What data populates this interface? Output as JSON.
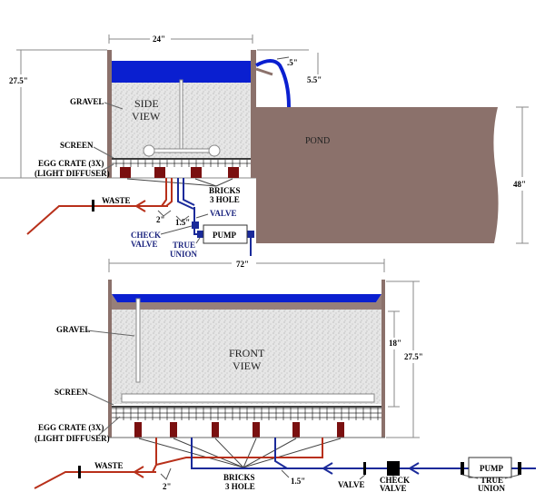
{
  "side_view": {
    "title_line1": "SIDE",
    "title_line2": "VIEW",
    "width_dim": "24\"",
    "height_dim": "27.5\"",
    "overflow_dim": ".5\"",
    "drop_dim": "5.5\"",
    "pond_label": "POND",
    "pond_depth_dim": "48\"",
    "gravel_label": "GRAVEL",
    "screen_label": "SCREEN",
    "egg_crate_label": "EGG CRATE (3X)",
    "egg_crate_sub": "(LIGHT DIFFUSER)",
    "bricks_label": "BRICKS",
    "bricks_sub": "3 HOLE",
    "waste_label": "WASTE",
    "waste_pipe_dim": "2\"",
    "return_pipe_dim": "1.5\"",
    "valve_label": "VALVE",
    "check_valve_line1": "CHECK",
    "check_valve_line2": "VALVE",
    "true_union_line1": "TRUE",
    "true_union_line2": "UNION",
    "pump_label": "PUMP"
  },
  "front_view": {
    "title_line1": "FRONT",
    "title_line2": "VIEW",
    "width_dim": "72\"",
    "gravel_depth_dim": "18\"",
    "height_dim": "27.5\"",
    "gravel_label": "GRAVEL",
    "screen_label": "SCREEN",
    "egg_crate_label": "EGG CRATE (3X)",
    "egg_crate_sub": "(LIGHT DIFFUSER)",
    "bricks_label": "BRICKS",
    "bricks_sub": "3 HOLE",
    "waste_label": "WASTE",
    "waste_pipe_dim": "2\"",
    "return_pipe_dim": "1.5\"",
    "valve_label": "VALVE",
    "check_valve_line1": "CHECK",
    "check_valve_line2": "VALVE",
    "true_union_line1": "TRUE",
    "true_union_line2": "UNION",
    "pump_label": "PUMP"
  },
  "colors": {
    "water": "#0a1fd0",
    "wall": "#8b716b",
    "pond": "#8b716b",
    "brick": "#7a1010",
    "waste_pipe": "#b8301a",
    "return_pipe": "#1a2a9a"
  }
}
